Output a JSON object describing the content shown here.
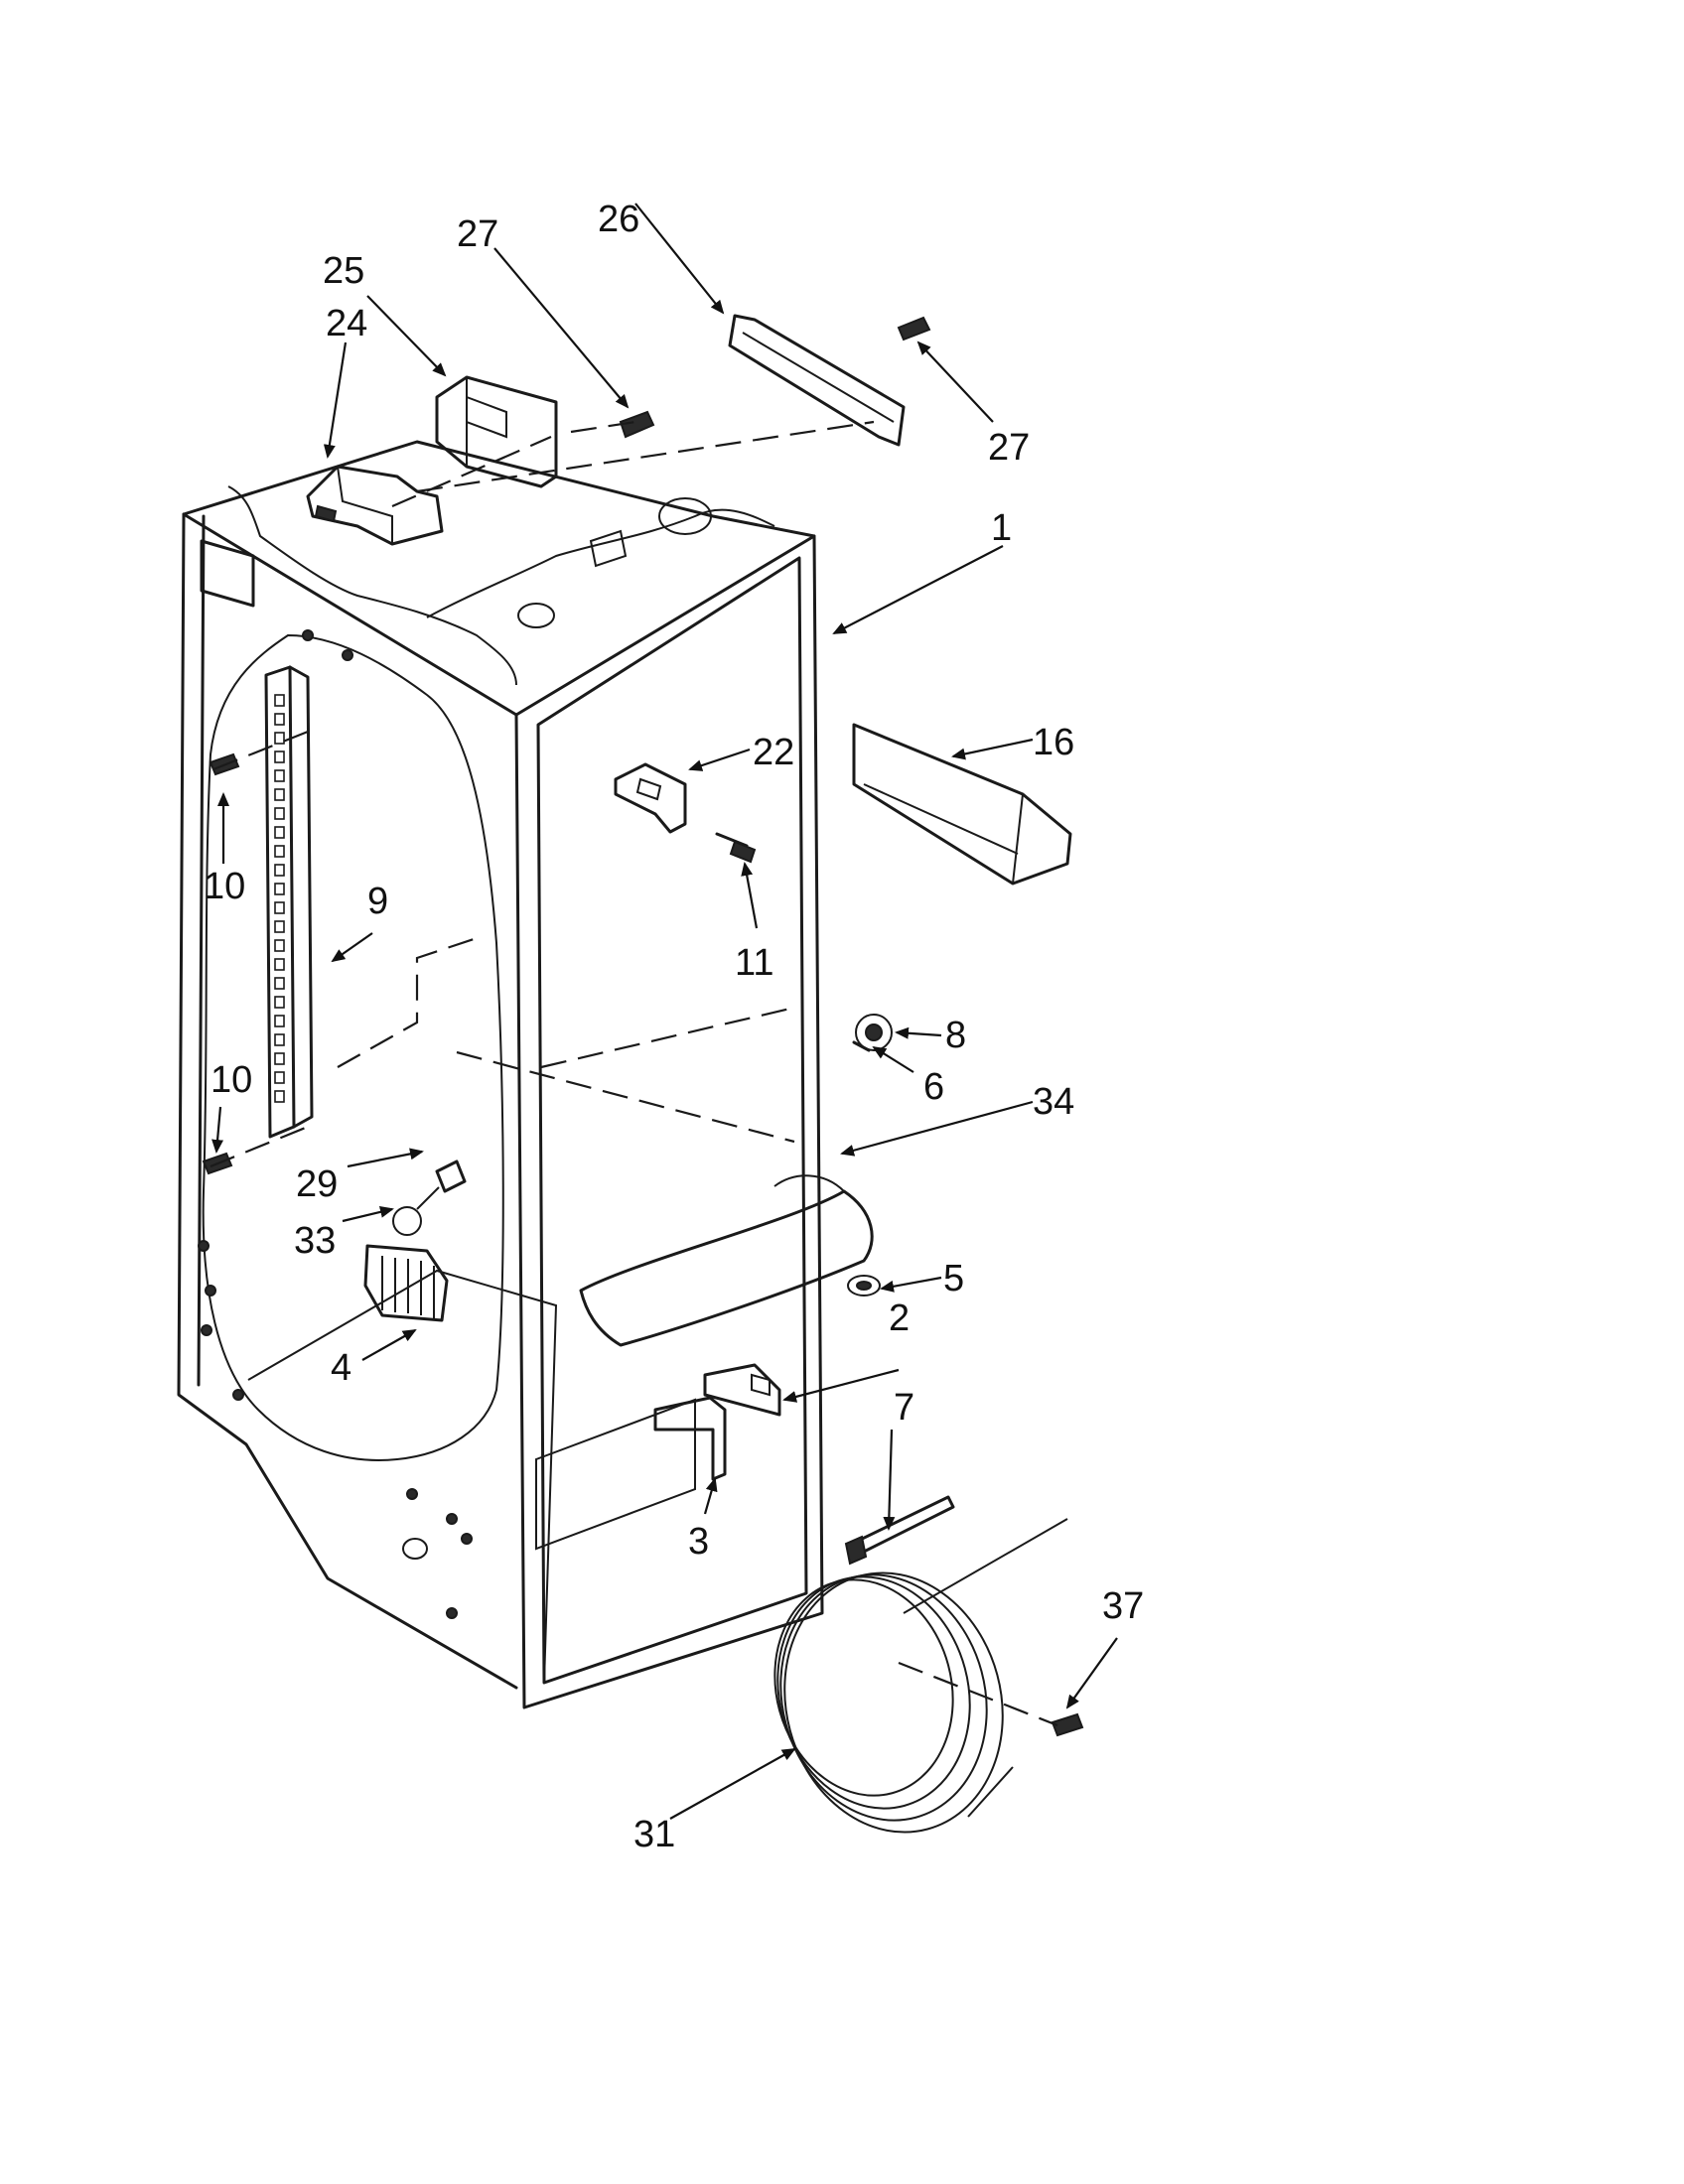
{
  "callouts": [
    {
      "id": "label-1",
      "text": "1"
    },
    {
      "id": "label-2",
      "text": "2"
    },
    {
      "id": "label-3",
      "text": "3"
    },
    {
      "id": "label-4",
      "text": "4"
    },
    {
      "id": "label-5",
      "text": "5"
    },
    {
      "id": "label-6",
      "text": "6"
    },
    {
      "id": "label-7",
      "text": "7"
    },
    {
      "id": "label-8",
      "text": "8"
    },
    {
      "id": "label-9",
      "text": "9"
    },
    {
      "id": "label-10a",
      "text": "10"
    },
    {
      "id": "label-10b",
      "text": "10"
    },
    {
      "id": "label-11",
      "text": "11"
    },
    {
      "id": "label-16",
      "text": "16"
    },
    {
      "id": "label-22",
      "text": "22"
    },
    {
      "id": "label-24",
      "text": "24"
    },
    {
      "id": "label-25",
      "text": "25"
    },
    {
      "id": "label-26",
      "text": "26"
    },
    {
      "id": "label-27a",
      "text": "27"
    },
    {
      "id": "label-27b",
      "text": "27"
    },
    {
      "id": "label-29",
      "text": "29"
    },
    {
      "id": "label-31",
      "text": "31"
    },
    {
      "id": "label-33",
      "text": "33"
    },
    {
      "id": "label-34",
      "text": "34"
    },
    {
      "id": "label-37",
      "text": "37"
    }
  ]
}
